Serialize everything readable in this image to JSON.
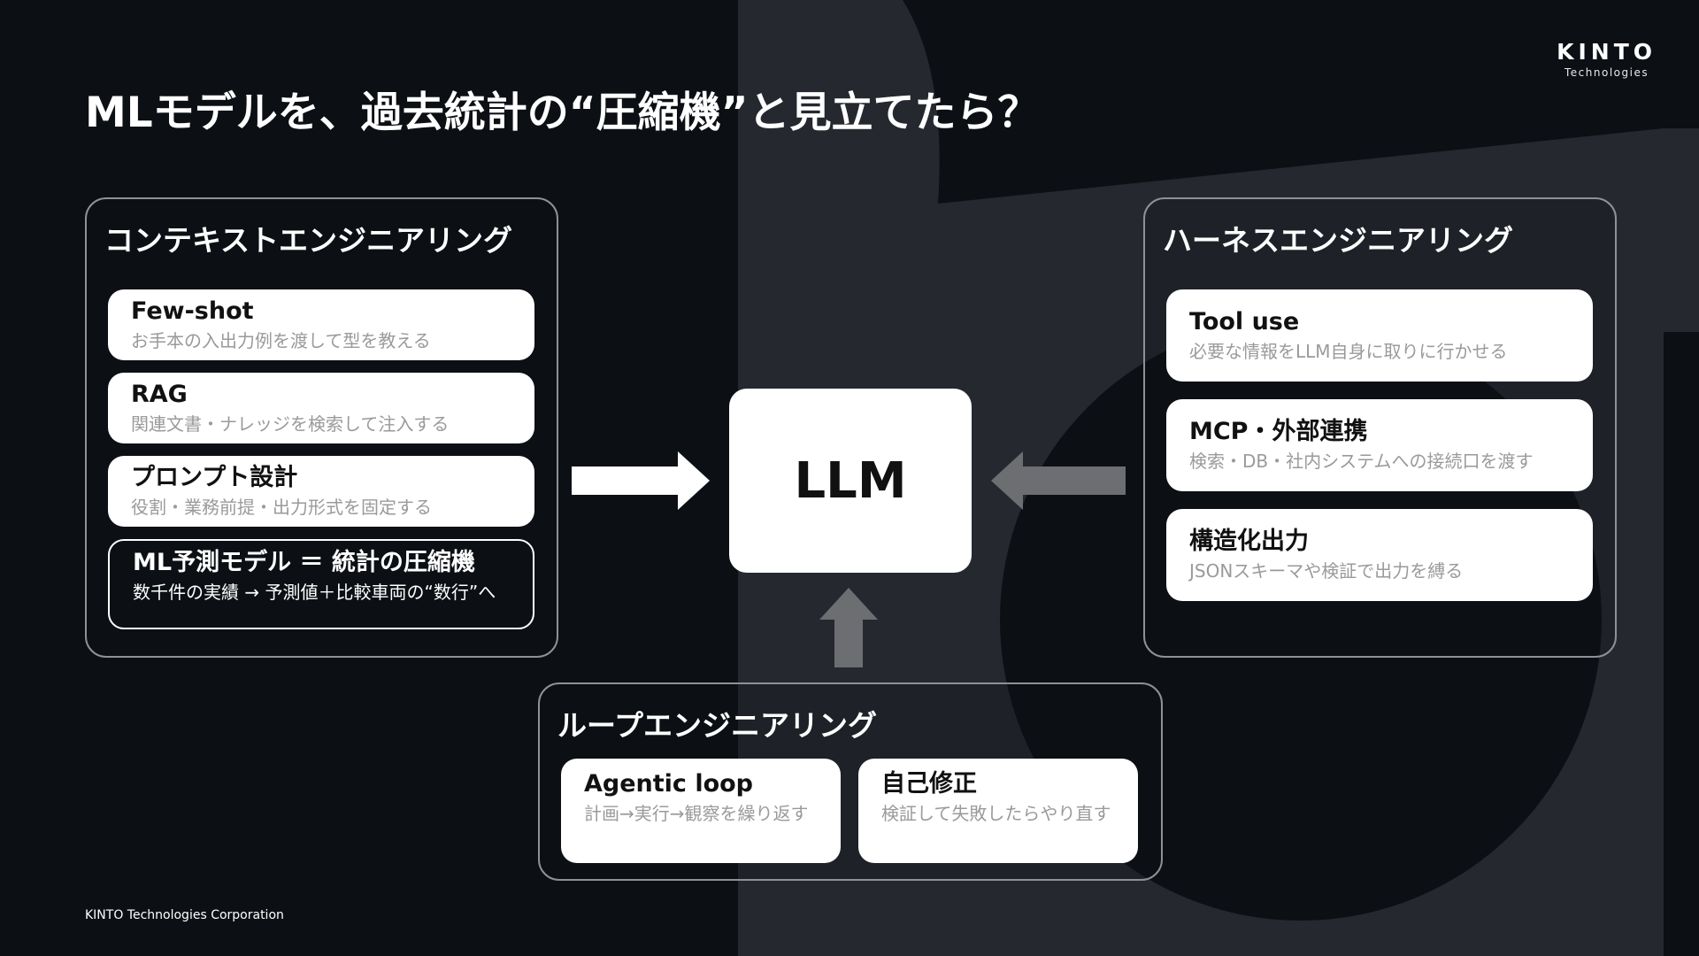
{
  "brand": {
    "name": "KINTO",
    "sub": "Technologies"
  },
  "title": "MLモデルを、過去統計の“圧縮機”と見立てたら？",
  "context_section": {
    "title": "コンテキストエンジニアリング",
    "cards": [
      {
        "title": "Few-shot",
        "desc": "お手本の入出力例を渡して型を教える"
      },
      {
        "title": "RAG",
        "desc": "関連文書・ナレッジを検索して注入する"
      },
      {
        "title": "プロンプト設計",
        "desc": "役割・業務前提・出力形式を固定する"
      },
      {
        "title": "ML予測モデル ＝ 統計の圧縮機",
        "desc": "数千件の実績 → 予測値＋比較車両の“数行”へ"
      }
    ]
  },
  "center": {
    "label": "LLM"
  },
  "harness_section": {
    "title": "ハーネスエンジニアリング",
    "cards": [
      {
        "title": "Tool use",
        "desc": "必要な情報をLLM自身に取りに行かせる"
      },
      {
        "title": "MCP・外部連携",
        "desc": "検索・DB・社内システムへの接続口を渡す"
      },
      {
        "title": "構造化出力",
        "desc": "JSONスキーマや検証で出力を縛る"
      }
    ]
  },
  "loop_section": {
    "title": "ループエンジニアリング",
    "cards": [
      {
        "title": "Agentic loop",
        "desc": "計画→実行→観察を繰り返す"
      },
      {
        "title": "自己修正",
        "desc": "検証して失敗したらやり直す"
      }
    ]
  },
  "footer": "KINTO Technologies Corporation",
  "colors": {
    "background": "#0c1015",
    "background_shape": "#2a2e35",
    "card": "#ffffff",
    "arrow_white": "#ffffff",
    "arrow_gray": "#6c6e72"
  }
}
